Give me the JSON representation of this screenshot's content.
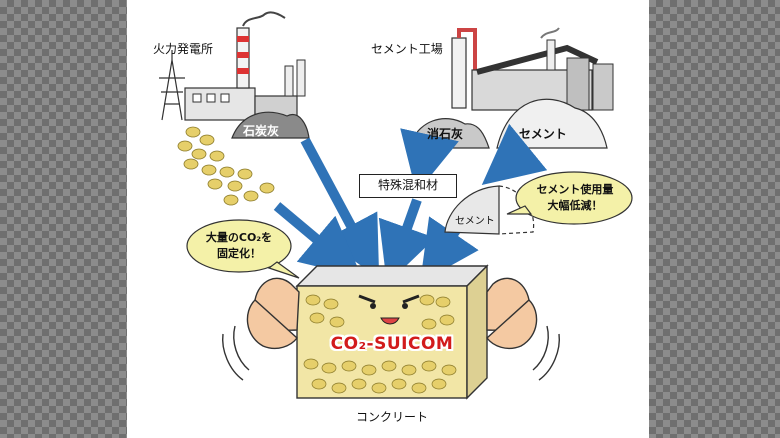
{
  "labels": {
    "power_plant": "火力発電所",
    "cement_factory": "セメント工場",
    "coal_ash": "石炭灰",
    "limestone": "消石灰",
    "cement": "セメント",
    "special_admixture": "特殊混和材",
    "cement_small": "セメント",
    "concrete": "コンクリート",
    "brand": "CO₂-SUICOM"
  },
  "bubbles": {
    "co2_fixed_line1": "大量のCO₂を",
    "co2_fixed_line2": "固定化！",
    "cement_reduced_line1": "セメント使用量",
    "cement_reduced_line2": "大幅低減！"
  },
  "colors": {
    "arrow": "#2f73b7",
    "bubble_fill": "#f4f1a8",
    "co2_coin": "#e6cf6a",
    "brand_text": "#d21b1b",
    "background_side": "#8c8c8c"
  },
  "icons": [
    "power-plant-icon",
    "cement-factory-icon",
    "co2-coin-icon",
    "concrete-block-icon",
    "muscle-arm-icon"
  ]
}
